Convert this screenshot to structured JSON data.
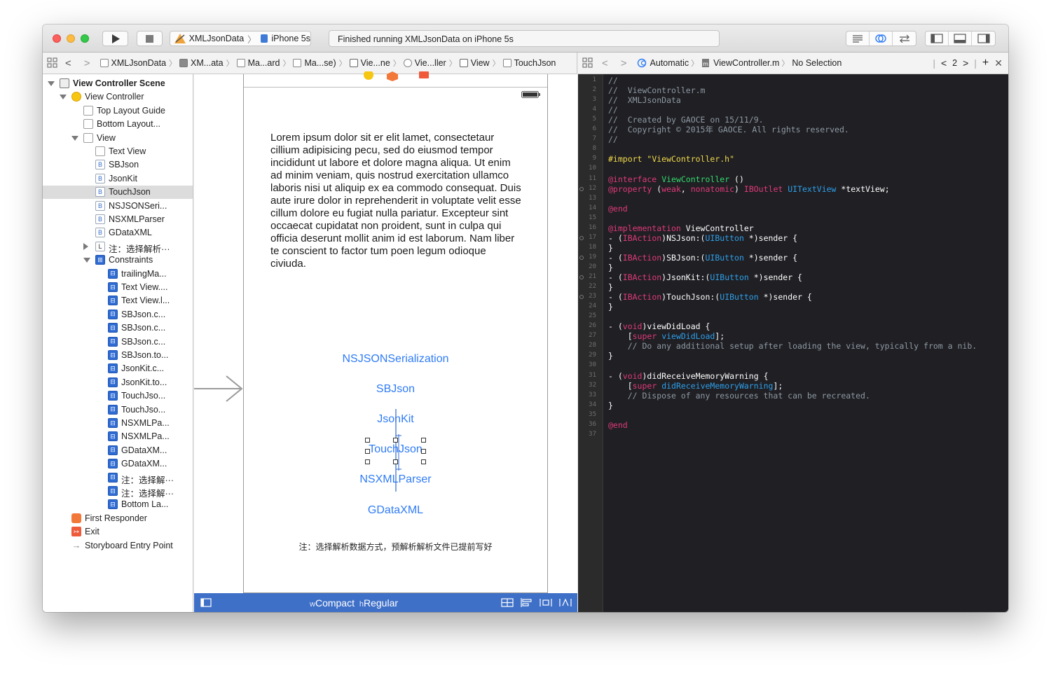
{
  "toolbar": {
    "scheme_project": "XMLJsonData",
    "scheme_device": "iPhone 5s",
    "status": "Finished running XMLJsonData on iPhone 5s"
  },
  "left_jumpbar": [
    "XMLJsonData",
    "XM...ata",
    "Ma...ard",
    "Ma...se)",
    "Vie...ne",
    "Vie...ller",
    "View",
    "TouchJson"
  ],
  "right_jumpbar": {
    "mode": "Automatic",
    "file": "ViewController.m",
    "selection": "No Selection",
    "counter": "2"
  },
  "outline": [
    {
      "label": "View Controller Scene",
      "depth": 0,
      "icon": "scene",
      "expanded": true,
      "bold": true
    },
    {
      "label": "View Controller",
      "depth": 1,
      "icon": "vc",
      "expanded": true
    },
    {
      "label": "Top Layout Guide",
      "depth": 2,
      "icon": "view"
    },
    {
      "label": "Bottom Layout...",
      "depth": 2,
      "icon": "view"
    },
    {
      "label": "View",
      "depth": 2,
      "icon": "view",
      "expanded": true
    },
    {
      "label": "Text View",
      "depth": 3,
      "icon": "text"
    },
    {
      "label": "SBJson",
      "depth": 3,
      "icon": "button"
    },
    {
      "label": "JsonKit",
      "depth": 3,
      "icon": "button"
    },
    {
      "label": "TouchJson",
      "depth": 3,
      "icon": "button",
      "selected": true
    },
    {
      "label": "NSJSONSeri...",
      "depth": 3,
      "icon": "button"
    },
    {
      "label": "NSXMLParser",
      "depth": 3,
      "icon": "button"
    },
    {
      "label": "GDataXML",
      "depth": 3,
      "icon": "button"
    },
    {
      "label": "注：选择解析···",
      "depth": 3,
      "icon": "label",
      "collapsed": true
    },
    {
      "label": "Constraints",
      "depth": 3,
      "icon": "constraints",
      "expanded": true
    },
    {
      "label": "trailingMa...",
      "depth": 4,
      "icon": "constraint"
    },
    {
      "label": "Text View....",
      "depth": 4,
      "icon": "constraint"
    },
    {
      "label": "Text View.l...",
      "depth": 4,
      "icon": "constraint"
    },
    {
      "label": "SBJson.c...",
      "depth": 4,
      "icon": "constraint"
    },
    {
      "label": "SBJson.c...",
      "depth": 4,
      "icon": "constraint"
    },
    {
      "label": "SBJson.c...",
      "depth": 4,
      "icon": "constraint"
    },
    {
      "label": "SBJson.to...",
      "depth": 4,
      "icon": "constraint"
    },
    {
      "label": "JsonKit.c...",
      "depth": 4,
      "icon": "constraint"
    },
    {
      "label": "JsonKit.to...",
      "depth": 4,
      "icon": "constraint"
    },
    {
      "label": "TouchJso...",
      "depth": 4,
      "icon": "constraint"
    },
    {
      "label": "TouchJso...",
      "depth": 4,
      "icon": "constraint"
    },
    {
      "label": "NSXMLPa...",
      "depth": 4,
      "icon": "constraint"
    },
    {
      "label": "NSXMLPa...",
      "depth": 4,
      "icon": "constraint"
    },
    {
      "label": "GDataXM...",
      "depth": 4,
      "icon": "constraint"
    },
    {
      "label": "GDataXM...",
      "depth": 4,
      "icon": "constraint"
    },
    {
      "label": "注：选择解···",
      "depth": 4,
      "icon": "constraint"
    },
    {
      "label": "注：选择解···",
      "depth": 4,
      "icon": "constraint"
    },
    {
      "label": "Bottom La...",
      "depth": 4,
      "icon": "constraint"
    },
    {
      "label": "First Responder",
      "depth": 1,
      "icon": "responder"
    },
    {
      "label": "Exit",
      "depth": 1,
      "icon": "exit"
    },
    {
      "label": "Storyboard Entry Point",
      "depth": 1,
      "icon": "entry"
    }
  ],
  "canvas": {
    "lorem": "Lorem ipsum dolor sit er elit lamet, consectetaur cillium adipisicing pecu, sed do eiusmod tempor incididunt ut labore et dolore magna aliqua. Ut enim ad minim veniam, quis nostrud exercitation ullamco laboris nisi ut aliquip ex ea commodo consequat. Duis aute irure dolor in reprehenderit in voluptate velit esse cillum dolore eu fugiat nulla pariatur. Excepteur sint occaecat cupidatat non proident, sunt in culpa qui officia deserunt mollit anim id est laborum. Nam liber te conscient to factor tum poen legum odioque civiuda.",
    "buttons": [
      "NSJSONSerialization",
      "SBJson",
      "JsonKit",
      "TouchJson",
      "NSXMLParser",
      "GDataXML"
    ],
    "note": "注：选择解析数据方式，预解析解析文件已提前写好",
    "size_w_prefix": "w",
    "size_w": "Compact",
    "size_h_prefix": "h",
    "size_h": "Regular"
  },
  "code": [
    [
      [
        "//",
        "comment"
      ]
    ],
    [
      [
        "//  ViewController.m",
        "comment"
      ]
    ],
    [
      [
        "//  XMLJsonData",
        "comment"
      ]
    ],
    [
      [
        "//",
        "comment"
      ]
    ],
    [
      [
        "//  Created by GAOCE on 15/11/9.",
        "comment"
      ]
    ],
    [
      [
        "//  Copyright © 2015年 GAOCE. All rights reserved.",
        "comment"
      ]
    ],
    [
      [
        "//",
        "comment"
      ]
    ],
    [],
    [
      [
        "#import ",
        "pre"
      ],
      [
        "\"ViewController.h\"",
        "string"
      ]
    ],
    [],
    [
      [
        "@interface",
        "kw"
      ],
      [
        " ",
        "plain"
      ],
      [
        "ViewController",
        "cls"
      ],
      [
        " ()",
        "plain"
      ]
    ],
    [
      [
        "@property",
        "kw"
      ],
      [
        " (",
        "plain"
      ],
      [
        "weak",
        "kw"
      ],
      [
        ", ",
        "plain"
      ],
      [
        "nonatomic",
        "kw"
      ],
      [
        ") ",
        "plain"
      ],
      [
        "IBOutlet",
        "kw"
      ],
      [
        " ",
        "plain"
      ],
      [
        "UITextView",
        "type"
      ],
      [
        " *textView;",
        "plain"
      ]
    ],
    [],
    [
      [
        "@end",
        "kw"
      ]
    ],
    [],
    [
      [
        "@implementation",
        "kw"
      ],
      [
        " ViewController",
        "plain"
      ]
    ],
    [
      [
        "- (",
        "plain"
      ],
      [
        "IBAction",
        "kw"
      ],
      [
        ")NSJson:(",
        "plain"
      ],
      [
        "UIButton",
        "type"
      ],
      [
        " *)sender {",
        "plain"
      ]
    ],
    [
      [
        "}",
        "plain"
      ]
    ],
    [
      [
        "- (",
        "plain"
      ],
      [
        "IBAction",
        "kw"
      ],
      [
        ")SBJson:(",
        "plain"
      ],
      [
        "UIButton",
        "type"
      ],
      [
        " *)sender {",
        "plain"
      ]
    ],
    [
      [
        "}",
        "plain"
      ]
    ],
    [
      [
        "- (",
        "plain"
      ],
      [
        "IBAction",
        "kw"
      ],
      [
        ")JsonKit:(",
        "plain"
      ],
      [
        "UIButton",
        "type"
      ],
      [
        " *)sender {",
        "plain"
      ]
    ],
    [
      [
        "}",
        "plain"
      ]
    ],
    [
      [
        "- (",
        "plain"
      ],
      [
        "IBAction",
        "kw"
      ],
      [
        ")TouchJson:(",
        "plain"
      ],
      [
        "UIButton",
        "type"
      ],
      [
        " *)sender {",
        "plain"
      ]
    ],
    [
      [
        "}",
        "plain"
      ]
    ],
    [],
    [
      [
        "- (",
        "plain"
      ],
      [
        "void",
        "kw"
      ],
      [
        ")viewDidLoad {",
        "plain"
      ]
    ],
    [
      [
        "    [",
        "plain"
      ],
      [
        "super",
        "kw"
      ],
      [
        " ",
        "plain"
      ],
      [
        "viewDidLoad",
        "type"
      ],
      [
        "];",
        "plain"
      ]
    ],
    [
      [
        "    // Do any additional setup after loading the view, typically from a nib.",
        "comment"
      ]
    ],
    [
      [
        "}",
        "plain"
      ]
    ],
    [],
    [
      [
        "- (",
        "plain"
      ],
      [
        "void",
        "kw"
      ],
      [
        ")didReceiveMemoryWarning {",
        "plain"
      ]
    ],
    [
      [
        "    [",
        "plain"
      ],
      [
        "super",
        "kw"
      ],
      [
        " ",
        "plain"
      ],
      [
        "didReceiveMemoryWarning",
        "type"
      ],
      [
        "];",
        "plain"
      ]
    ],
    [
      [
        "    // Dispose of any resources that can be recreated.",
        "comment"
      ]
    ],
    [
      [
        "}",
        "plain"
      ]
    ],
    [],
    [
      [
        "@end",
        "kw"
      ]
    ],
    []
  ],
  "breakpoint_lines": [
    12,
    17,
    19,
    21,
    23
  ],
  "colors": {
    "comment": "#8f9aa3",
    "kw": "#e03a78",
    "type": "#2f9fe8",
    "cls": "#34d96a",
    "string": "#f2d94a",
    "pre": "#f2d94a",
    "plain": "#ffffff",
    "link": "#2f7cf6",
    "size_bar": "#3f70c8"
  }
}
